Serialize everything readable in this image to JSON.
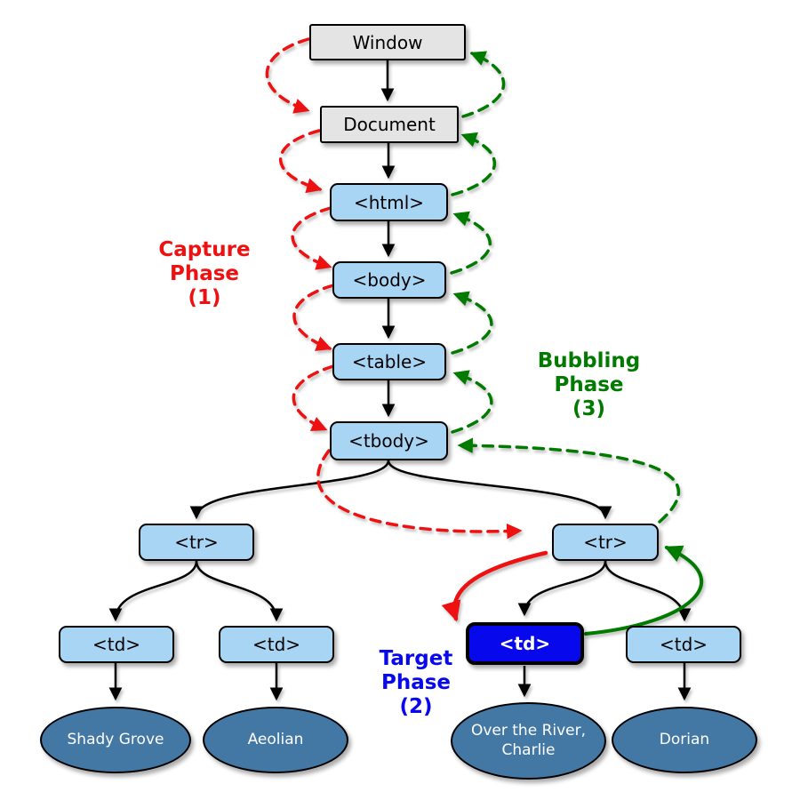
{
  "diagram": {
    "nodes": {
      "window": {
        "label": "Window"
      },
      "document": {
        "label": "Document"
      },
      "html": {
        "label": "<html>"
      },
      "body": {
        "label": "<body>"
      },
      "table": {
        "label": "<table>"
      },
      "tbody": {
        "label": "<tbody>"
      },
      "tr_left": {
        "label": "<tr>"
      },
      "tr_right": {
        "label": "<tr>"
      },
      "td_1": {
        "label": "<td>"
      },
      "td_2": {
        "label": "<td>"
      },
      "td_target": {
        "label": "<td>"
      },
      "td_4": {
        "label": "<td>"
      },
      "leaf_1": {
        "label": "Shady Grove"
      },
      "leaf_2": {
        "label": "Aeolian"
      },
      "leaf_3": {
        "label": "Over the River, Charlie"
      },
      "leaf_4": {
        "label": "Dorian"
      }
    },
    "phases": {
      "capture": {
        "line1": "Capture",
        "line2": "Phase",
        "line3": "(1)"
      },
      "bubbling": {
        "line1": "Bubbling",
        "line2": "Phase",
        "line3": "(3)"
      },
      "target": {
        "line1": "Target",
        "line2": "Phase",
        "line3": "(2)"
      }
    },
    "colors": {
      "capture_red": "#ee1111",
      "bubbling_green": "#007b00",
      "target_blue": "#0808ec",
      "node_blue": "#a9d5f5",
      "node_gray": "#e4e4e4",
      "leaf_blue": "#4377a4"
    }
  }
}
